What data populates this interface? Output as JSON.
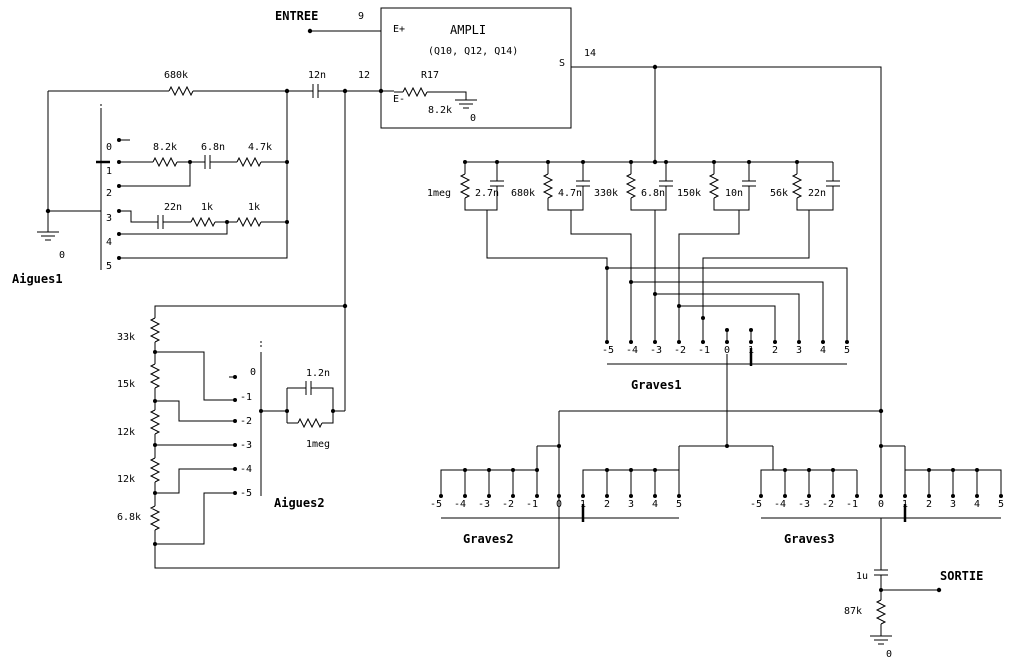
{
  "amp": {
    "title": "AMPLI",
    "subtitle": "(Q10, Q12, Q14)",
    "in_plus": "E+",
    "in_minus": "E-",
    "out": "S",
    "pin_plus": "9",
    "pin_minus": "12",
    "pin_out": "14",
    "r17_name": "R17",
    "r17_value": "8.2k",
    "ground_label": "0"
  },
  "labels": {
    "entree": "ENTREE",
    "sortie": "SORTIE",
    "aigues1": "Aigues1",
    "aigues2": "Aigues2",
    "graves1": "Graves1",
    "graves2": "Graves2",
    "graves3": "Graves3",
    "gnd": "0"
  },
  "components": {
    "r680k_top": "680k",
    "c12n": "12n",
    "a1_r1": "8.2k",
    "a1_c1": "6.8n",
    "a1_r2": "4.7k",
    "a1_c2": "22n",
    "a1_r3": "1k",
    "a1_r4": "1k",
    "ladder": [
      "33k",
      "15k",
      "12k",
      "12k",
      "6.8k"
    ],
    "a2_c": "1.2n",
    "a2_r": "1meg",
    "out_c": "1u",
    "out_r": "87k"
  },
  "bank": [
    {
      "r": "1meg",
      "c": "2.7n"
    },
    {
      "r": "680k",
      "c": "4.7n"
    },
    {
      "r": "330k",
      "c": "6.8n"
    },
    {
      "r": "150k",
      "c": "10n"
    },
    {
      "r": "56k",
      "c": "22n"
    }
  ],
  "aigues1_positions": [
    "0",
    "1",
    "2",
    "3",
    "4",
    "5"
  ],
  "aigues2_positions": [
    "0",
    "-1",
    "-2",
    "-3",
    "-4",
    "-5"
  ],
  "graves_positions": [
    "-5",
    "-4",
    "-3",
    "-2",
    "-1",
    "0",
    "1",
    "2",
    "3",
    "4",
    "5"
  ]
}
